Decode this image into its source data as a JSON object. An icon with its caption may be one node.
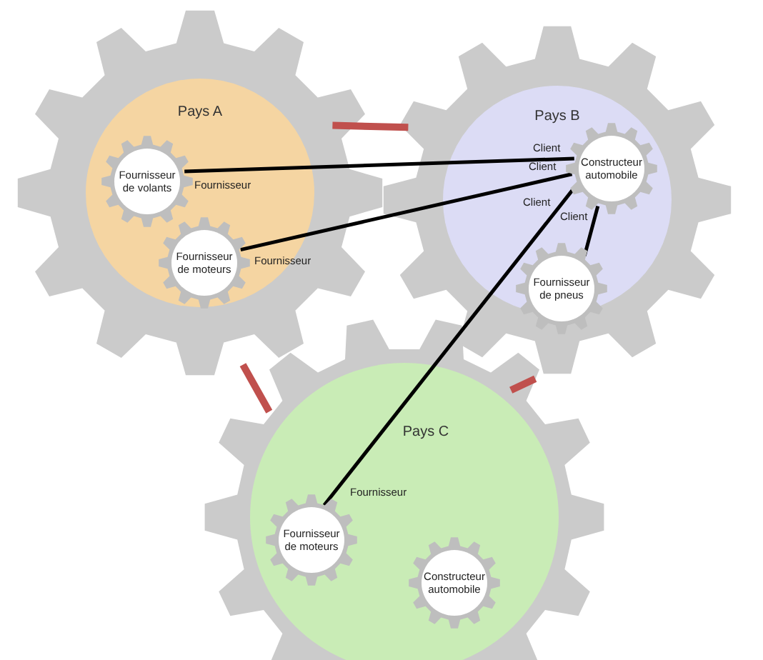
{
  "diagram": {
    "nodes": [
      {
        "text": [
          "Pays A"
        ]
      },
      {
        "text": [
          "Fournisseur de volants"
        ],
        "in": 0,
        "beside": [
          "Fournisseur"
        ]
      },
      {
        "text": [
          "Fournisseur de moteurs"
        ],
        "in": 0,
        "beside": [
          "Fournisseur"
        ]
      },
      {
        "text": [
          "Pays B"
        ]
      },
      {
        "text": [
          "Constructeur automobile"
        ],
        "in": 3,
        "beside": [
          "Client",
          "Client",
          "Client",
          "Client"
        ]
      },
      {
        "text": [
          "Fournisseur de pneus"
        ],
        "in": 3
      },
      {
        "text": [
          "Pays C"
        ]
      },
      {
        "text": [
          "Fournisseur de moteurs"
        ],
        "in": 6,
        "beside": [
          "Fournisseur"
        ]
      },
      {
        "text": [
          "Constructeur automobile"
        ],
        "in": 6
      }
    ],
    "edges": [
      {
        "from": 0,
        "to": 3,
        "arrow": "none",
        "style": "thick",
        "color": "#c0504d"
      },
      {
        "from": 0,
        "to": 6,
        "arrow": "none",
        "style": "thick",
        "color": "#c0504d"
      },
      {
        "from": 3,
        "to": 6,
        "arrow": "none",
        "style": "thick",
        "color": "#c0504d"
      },
      {
        "from": 1,
        "to": 4,
        "arrow": "none"
      },
      {
        "from": 2,
        "to": 4,
        "arrow": "none"
      },
      {
        "from": 7,
        "to": 4,
        "arrow": "none"
      },
      {
        "from": 5,
        "to": 4,
        "arrow": "none"
      }
    ]
  }
}
